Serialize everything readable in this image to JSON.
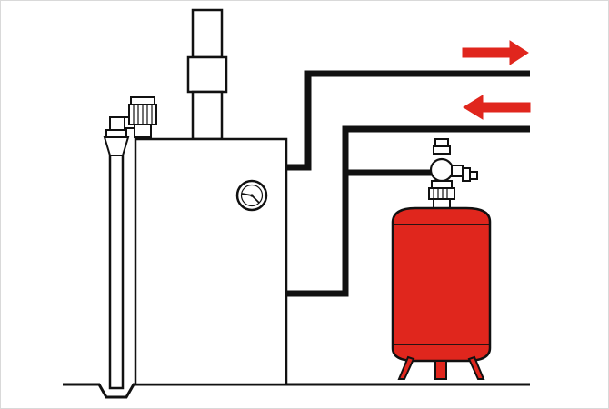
{
  "colors": {
    "line": "#111111",
    "fill_white": "#ffffff",
    "tank_red": "#e0261d",
    "arrow_red": "#e0261d",
    "frame_border": "#d9d9d9"
  },
  "diagram": {
    "components": [
      "boiler",
      "flue-pipe",
      "temperature-gauge",
      "safety-relief-valve",
      "drain-pipe",
      "flow-pipe",
      "return-pipe",
      "expansion-vessel",
      "vessel-valve-assembly",
      "floor"
    ],
    "arrows": {
      "top": "right",
      "bottom": "left"
    }
  }
}
